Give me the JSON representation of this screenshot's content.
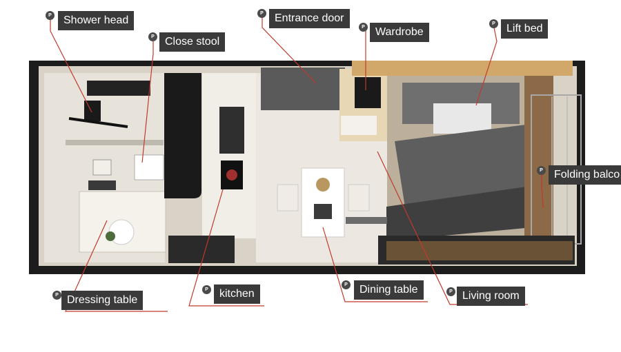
{
  "diagram": {
    "pin_letter": "P",
    "label_bg_color": "#3a3a3a",
    "leader_color": "#c0392b",
    "callouts": [
      {
        "id": "shower-head",
        "text": "Shower head"
      },
      {
        "id": "close-stool",
        "text": "Close stool"
      },
      {
        "id": "entrance-door",
        "text": "Entrance door"
      },
      {
        "id": "wardrobe",
        "text": "Wardrobe"
      },
      {
        "id": "lift-bed",
        "text": "Lift bed"
      },
      {
        "id": "folding-balcony",
        "text": "Folding balco"
      },
      {
        "id": "dressing-table",
        "text": "Dressing table"
      },
      {
        "id": "kitchen",
        "text": "kitchen"
      },
      {
        "id": "dining-table",
        "text": "Dining table"
      },
      {
        "id": "living-room",
        "text": "Living room"
      }
    ]
  }
}
